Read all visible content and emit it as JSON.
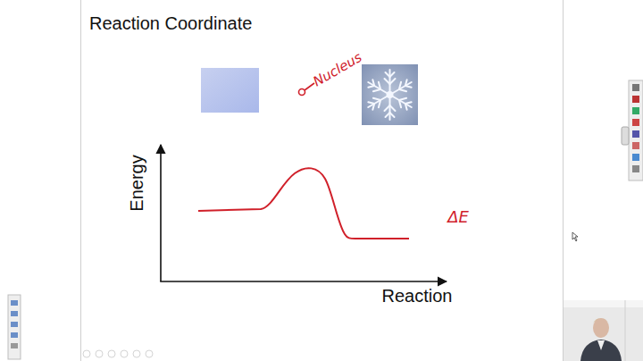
{
  "diagram": {
    "title": "Reaction Coordinate",
    "labels": [
      "Nucleus",
      "Energy",
      "Reaction",
      "ΔE"
    ]
  }
}
